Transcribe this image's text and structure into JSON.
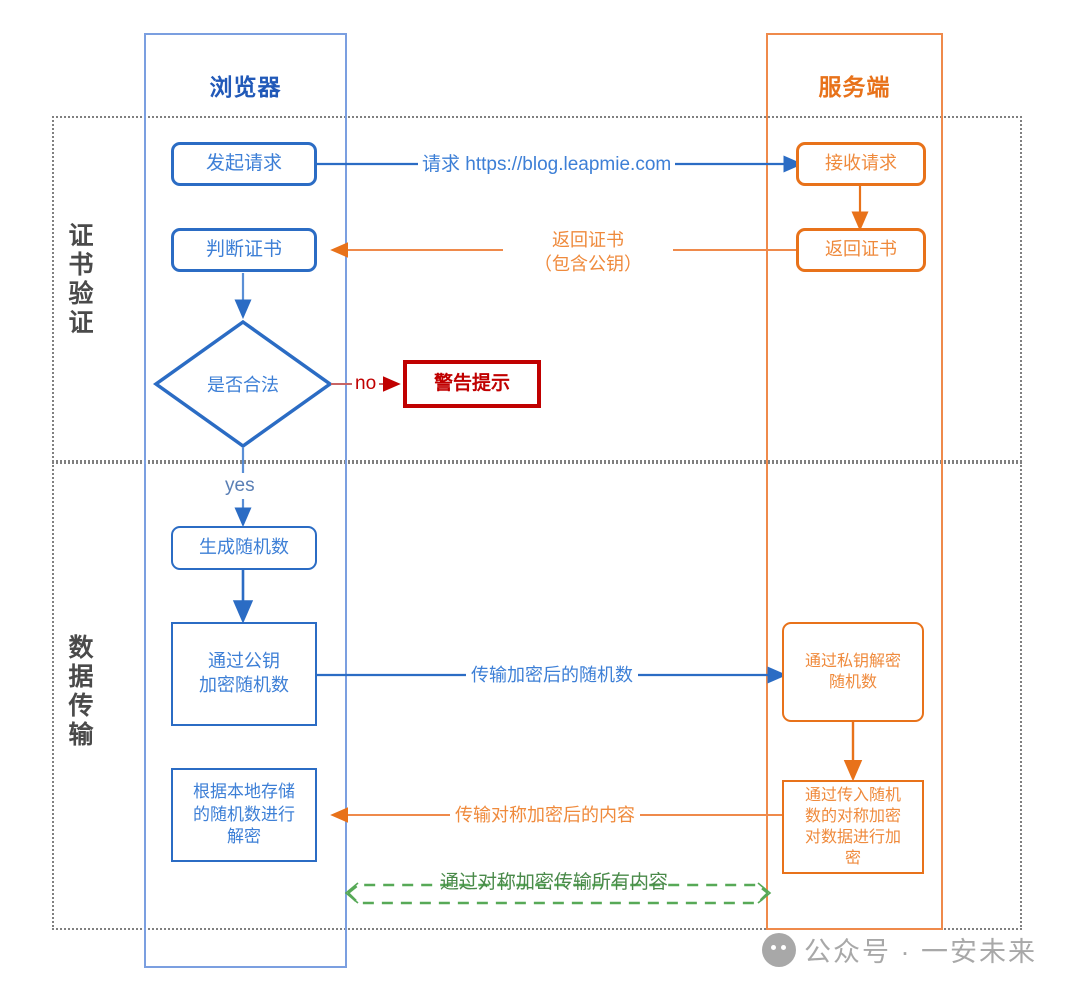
{
  "diagram": {
    "title": "HTTPS 握手与数据传输流程",
    "colors": {
      "browser": "#2b6cc4",
      "server": "#e8721a",
      "warning": "#c00000",
      "secure": "#4a8a4a",
      "section_border": "#808080"
    }
  },
  "columns": {
    "browser": {
      "title": "浏览器"
    },
    "server": {
      "title": "服务端"
    }
  },
  "sections": [
    {
      "label": "证书验证"
    },
    {
      "label": "数据传输"
    }
  ],
  "nodes": {
    "send_request": {
      "label": "发起请求"
    },
    "receive_request": {
      "label": "接收请求"
    },
    "return_cert_server": {
      "label": "返回证书"
    },
    "judge_cert": {
      "label": "判断证书"
    },
    "is_valid": {
      "label": "是否合法"
    },
    "warning": {
      "label": "警告提示"
    },
    "gen_random": {
      "label": "生成随机数"
    },
    "encrypt_random_l1": {
      "label": "通过公钥"
    },
    "encrypt_random_l2": {
      "label": "加密随机数"
    },
    "decrypt_random_l1": {
      "label": "通过私钥解密"
    },
    "decrypt_random_l2": {
      "label": "随机数"
    },
    "sym_encrypt_l1": {
      "label": "通过传入随机"
    },
    "sym_encrypt_l2": {
      "label": "数的对称加密"
    },
    "sym_encrypt_l3": {
      "label": "对数据进行加"
    },
    "sym_encrypt_l4": {
      "label": "密"
    },
    "local_decrypt_l1": {
      "label": "根据本地存储"
    },
    "local_decrypt_l2": {
      "label": "的随机数进行"
    },
    "local_decrypt_l3": {
      "label": "解密"
    }
  },
  "connectors": {
    "request_url": {
      "label": "请求 https://blog.leapmie.com"
    },
    "return_cert_l1": {
      "label": "返回证书"
    },
    "return_cert_l2": {
      "label": "（包含公钥）"
    },
    "no_branch": {
      "label": "no"
    },
    "yes_branch": {
      "label": "yes"
    },
    "transmit_random": {
      "label": "传输加密后的随机数"
    },
    "transmit_content": {
      "label": "传输对称加密后的内容"
    },
    "secure_channel": {
      "label": "通过对称加密传输所有内容"
    }
  },
  "watermark": {
    "label": "公众号 · 一安未来",
    "icon": "wechat-icon"
  }
}
